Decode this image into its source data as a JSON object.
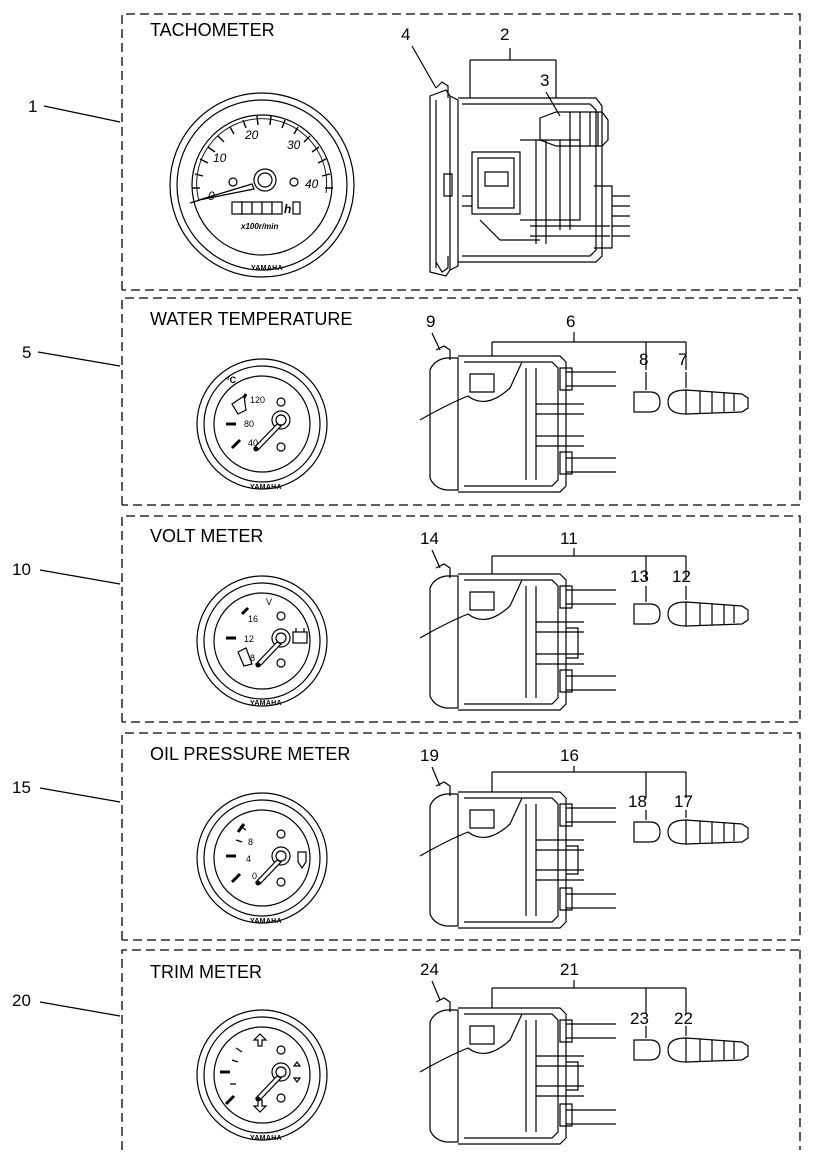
{
  "brand": "YAMAHA",
  "panels": [
    {
      "title": "TACHOMETER",
      "item": "1",
      "body": "2",
      "bulb": "3",
      "seal": "4",
      "dial": {
        "scale": [
          "0",
          "10",
          "20",
          "30",
          "40"
        ],
        "unit": "x100r/min",
        "hour": "h"
      }
    },
    {
      "title": "WATER TEMPERATURE",
      "item": "5",
      "body": "6",
      "socket": "7",
      "cap": "8",
      "seal": "9",
      "dial": {
        "scale": [
          "40",
          "80",
          "120"
        ],
        "unit": "°C"
      }
    },
    {
      "title": "VOLT METER",
      "item": "10",
      "body": "11",
      "socket": "12",
      "cap": "13",
      "seal": "14",
      "dial": {
        "scale": [
          "8",
          "12",
          "16"
        ],
        "unit": "V"
      }
    },
    {
      "title": "OIL PRESSURE METER",
      "item": "15",
      "body": "16",
      "socket": "17",
      "cap": "18",
      "seal": "19",
      "dial": {
        "scale": [
          "0",
          "4",
          "8"
        ]
      }
    },
    {
      "title": "TRIM METER",
      "item": "20",
      "body": "21",
      "socket": "22",
      "cap": "23",
      "seal": "24"
    }
  ]
}
